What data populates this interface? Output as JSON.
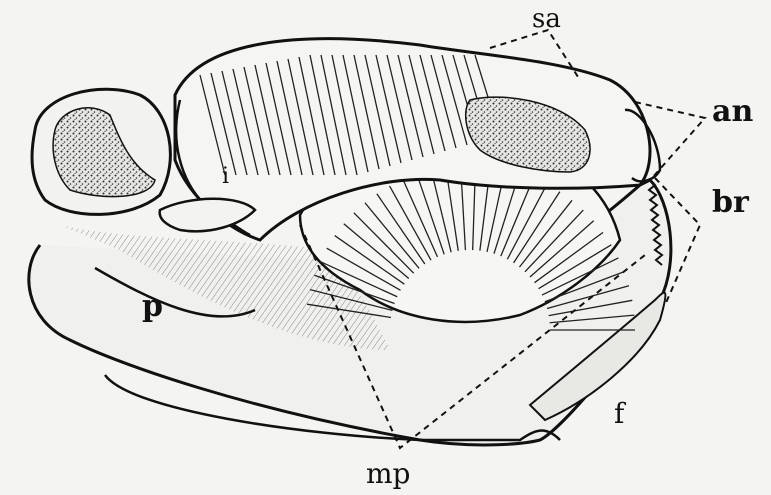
{
  "figure": {
    "labels": {
      "sa": "sa",
      "an": "an",
      "br": "br",
      "i": "i",
      "p": "p",
      "f": "f",
      "mp": "mp"
    },
    "colors": {
      "paper": "#f4f4f2",
      "ink": "#111111",
      "stipple": "#3a3a3a"
    }
  }
}
